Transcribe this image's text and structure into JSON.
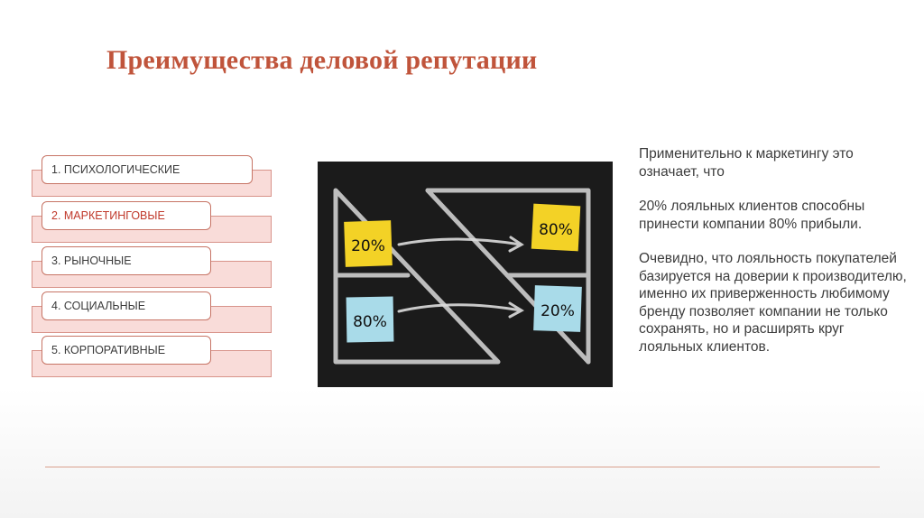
{
  "title": "Преимущества деловой репутации",
  "items": [
    {
      "label": "1. ПСИХОЛОГИЧЕСКИЕ",
      "active": false
    },
    {
      "label": "2. МАРКЕТИНГОВЫЕ",
      "active": true
    },
    {
      "label": "3. РЫНОЧНЫЕ",
      "active": false
    },
    {
      "label": "4. СОЦИАЛЬНЫЕ",
      "active": false
    },
    {
      "label": "5. КОРПОРАТИВНЫЕ",
      "active": false
    }
  ],
  "image": {
    "notes": [
      "20%",
      "80%",
      "80%",
      "20%"
    ],
    "colors": {
      "yellow": "#f3d226",
      "blue": "#a9dbe9",
      "board": "#1b1b1b",
      "chalk": "#cfcfcf"
    }
  },
  "paragraphs": [
    "Применительно к маркетингу это означает, что",
    "20% лояльных клиентов способны принести компании 80% прибыли.",
    "Очевидно, что лояльность покупателей базируется на доверии к производителю, именно их приверженность любимому бренду позволяет компании не только сохранять, но и расширять круг лояльных клиентов."
  ],
  "colors": {
    "accent": "#c0543b",
    "band": "#f9dcd9"
  }
}
